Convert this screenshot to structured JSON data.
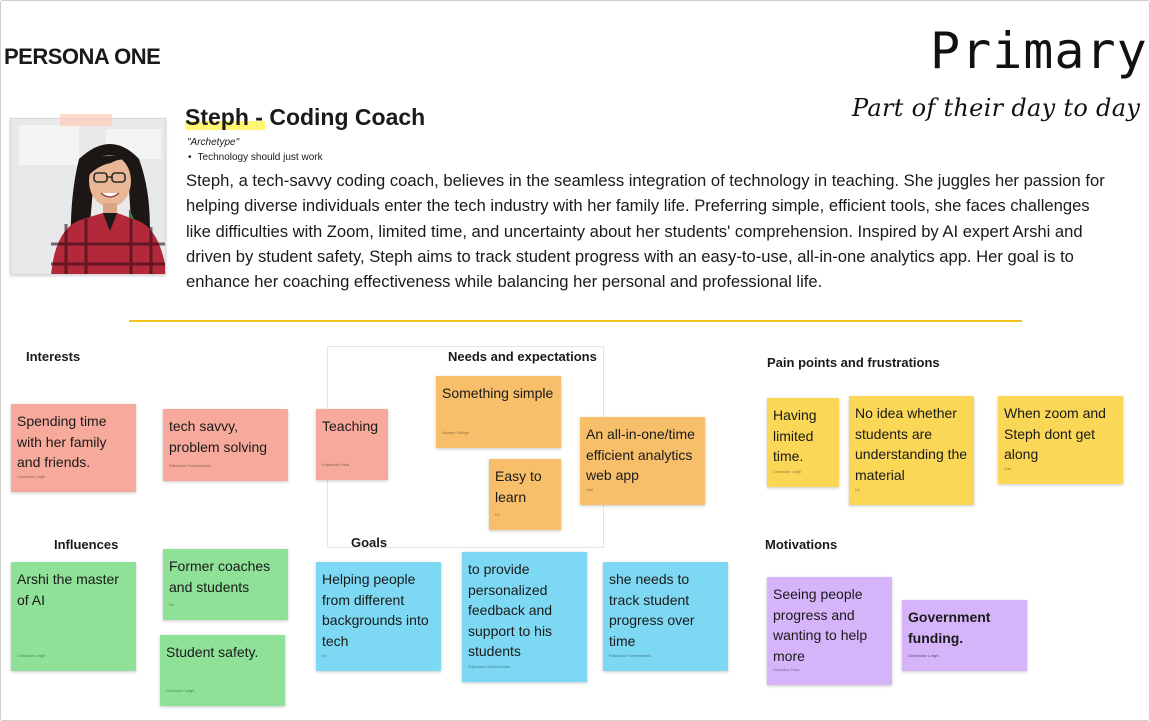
{
  "header": {
    "persona_title": "PERSONA ONE",
    "primary": "Primary",
    "tagline": "Part of their day to day"
  },
  "profile": {
    "name": "Steph - Coding Coach",
    "archetype": "\"Archetype\"",
    "bullet": "Technology should just work",
    "bio": "Steph, a tech-savvy coding coach, believes in the seamless integration of technology in teaching. She juggles her passion for helping diverse individuals enter the tech industry with her family life. Preferring simple, efficient tools, she faces challenges like difficulties with Zoom, limited time, and uncertainty about her students' comprehension. Inspired by AI expert Arshi and driven by student safety, Steph aims to track student progress with an easy-to-use, all-in-one analytics app. Her goal is to enhance her coaching effectiveness while balancing her personal and professional life."
  },
  "sections": {
    "interests": "Interests",
    "needs": "Needs and expectations",
    "pain_points": "Pain points and frustrations",
    "influences": "Influences",
    "goals": "Goals",
    "motivations": "Motivations"
  },
  "notes": {
    "interest_1": {
      "text": "Spending time with her family and friends.",
      "author": "Chinwoke Leigh"
    },
    "interest_2": {
      "text": "tech savvy, problem solving",
      "author": "Rabiolase Sweketoweki"
    },
    "interest_3": {
      "text": "Teaching",
      "author": "Katushna Fada"
    },
    "need_1": {
      "text": "Something simple",
      "author": "Alamyn Sillingo"
    },
    "need_2": {
      "text": "An all-in-one/time efficient analytics web app",
      "author": "Zad"
    },
    "need_3": {
      "text": "Easy to learn",
      "author": "Kh"
    },
    "pain_1": {
      "text": "Having limited time.",
      "author": "Chinwoke Leigh"
    },
    "pain_2": {
      "text": "No idea whether students are understanding the material",
      "author": "Kh"
    },
    "pain_3": {
      "text": "When zoom and Steph dont get along",
      "author": "Zad"
    },
    "influence_1": {
      "text": "Arshi the master of AI",
      "author": "Chinwoke Leigh"
    },
    "influence_2": {
      "text": "Former coaches and students",
      "author": "Kh"
    },
    "influence_3": {
      "text": "Student safety.",
      "author": "Chinwoke Leigh"
    },
    "goal_1": {
      "text": "Helping people from different backgrounds into tech",
      "author": "Kh"
    },
    "goal_2": {
      "text": "to provide personalized feedback and support to his students",
      "author": "Rabiolase Sweketoweki"
    },
    "goal_3": {
      "text": "she needs to track student progress over time",
      "author": "Rabiolase Sweketoweki"
    },
    "motivation_1": {
      "text": "Seeing people progress and wanting to help more",
      "author": "Huoratoa Fesa"
    },
    "motivation_2": {
      "text": "Government funding.",
      "author": "Chinwoke Leigh"
    }
  },
  "colors": {
    "pink": "#f7a99b",
    "green": "#8ee197",
    "orange": "#f8bf6b",
    "yellow": "#fbd757",
    "blue": "#7dd9f3",
    "purple": "#d6b4fa",
    "divider": "#f0c419"
  }
}
